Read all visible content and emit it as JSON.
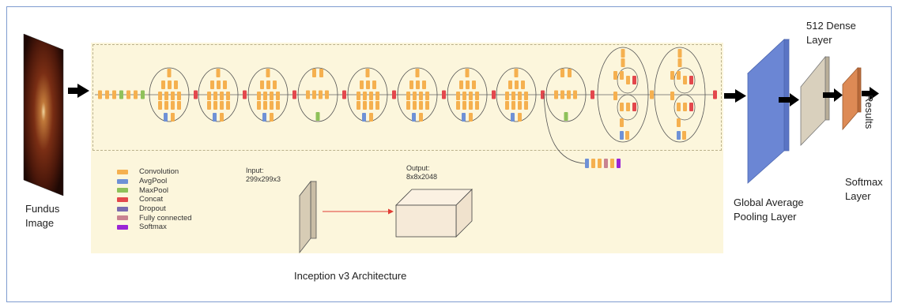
{
  "labels": {
    "input_image": "Fundus\nImage",
    "architecture": "Inception v3 Architecture",
    "gap_layer": "Global Average\nPooling Layer",
    "dense_layer": "512 Dense\nLayer",
    "softmax_layer": "Softmax\nLayer",
    "results": "Results",
    "input_dims": "Input:\n299x299x3",
    "output_dims": "Output:\n8x8x2048"
  },
  "legend": [
    {
      "label": "Convolution",
      "color": "#f5b04f"
    },
    {
      "label": "AvgPool",
      "color": "#6f91d6"
    },
    {
      "label": "MaxPool",
      "color": "#8fc15a"
    },
    {
      "label": "Concat",
      "color": "#e3474c"
    },
    {
      "label": "Dropout",
      "color": "#7a6bb0"
    },
    {
      "label": "Fully connected",
      "color": "#c98390"
    },
    {
      "label": "Softmax",
      "color": "#9a25d6"
    }
  ],
  "colors": {
    "frame": "#7f9ccf",
    "panel": "#fcf6dc",
    "gap_layer": "#6b86d4",
    "dense_layer": "#d9d0bd",
    "softmax_layer": "#dd8a55",
    "arrow": "#000000"
  }
}
